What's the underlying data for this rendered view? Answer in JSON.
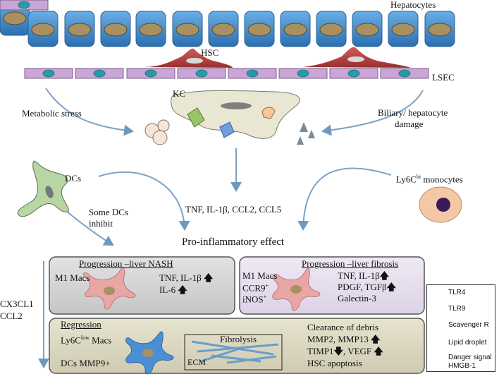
{
  "labels": {
    "hepatocytes": "Hepatocytes",
    "hsc": "HSC",
    "lsec": "LSEC",
    "kc": "KC",
    "metabolic_stress": "Metabolic stress",
    "biliary_damage_line1": "Biliary/ hepatocyte",
    "biliary_damage_line2": "damage",
    "dcs": "DCs",
    "some_dcs_line1": "Some DCs",
    "some_dcs_line2": "inhibit",
    "ly6c_pre": "Ly6C",
    "ly6c_sup": "hi",
    "ly6c_post": " monocytes",
    "cytokines": "TNF, IL-1β, CCL2, CCL5",
    "pro_inflammatory": "Pro-inflammatory effect",
    "cx3cl1": "CX3CL1",
    "ccl2": "CCL2"
  },
  "nash_panel": {
    "title": "Progression –liver NASH",
    "macs": "M1 Macs",
    "line1": "TNF, IL-1β",
    "line2": "IL-6"
  },
  "fibrosis_panel": {
    "title": "Progression –liver fibrosis",
    "macs": "M1 Macs",
    "ccr9": "CCR9",
    "ccr9_sup": "+",
    "inos": "iNOS",
    "inos_sup": "+",
    "line1": "TNF, IL-1β",
    "line2": "PDGF, TGFβ",
    "line3": "Galectin-3"
  },
  "regression_panel": {
    "title": "Regression",
    "ly6c_pre": "Ly6C",
    "ly6c_sup": "low",
    "ly6c_post": " Macs",
    "dcs": "DCs MMP9+",
    "fibrolysis": "Fibrolysis",
    "ecm": "ECM",
    "line1": "Clearance of debris",
    "line2": "MMP2, MMP13",
    "line3": "TIMP1",
    "line3b": ", VEGF",
    "line4": "HSC apoptosis"
  },
  "legend": {
    "tlr4": "TLR4",
    "tlr9": "TLR9",
    "scavenger": "Scavenger R",
    "lipid": "Lipid droplet",
    "danger1": "Danger signal",
    "danger2": "HMGB-1"
  },
  "colors": {
    "hepatocyte": "#3b82c4",
    "nucleus": "#a89060",
    "hsc": "#b8403e",
    "lsec": "#c9a6d6",
    "lsec_nucleus": "#2a9aa8",
    "kc": "#e9e6d3",
    "arrow": "#7ba3c8",
    "nash_bg": "#d4d4d4",
    "fibrosis_bg": "#e4dcec",
    "regression_bg": "#dad7c2",
    "macrophage_pink": "#e8a6a4",
    "macrophage_blue": "#4a8fd4",
    "dc_green": "#b8d6a4",
    "monocyte": "#f4c8a4",
    "monocyte_nucleus": "#3a1a5a"
  }
}
